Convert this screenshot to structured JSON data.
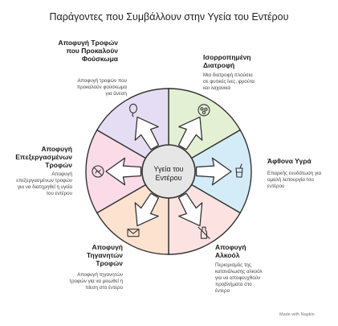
{
  "title": "Παράγοντες που Συμβάλλουν στην Υγεία του Εντέρου",
  "center_label": "Υγεία του Εντέρου",
  "segments": [
    {
      "label": "Ισορροπημένη Διατροφή",
      "description": "Μια διατροφή πλούσια σε φυτικές ίνες, φρούτα και λαχανικά",
      "color": "#E4F0D3",
      "icon": "food-plate-icon"
    },
    {
      "label": "Άφθονα Υγρά",
      "description": "Επαρκής ενυδάτωση για ομαλή λειτουργία του εντέρου",
      "color": "#D4ECF7",
      "icon": "water-glass-icon"
    },
    {
      "label": "Αποφυγή Αλκοόλ",
      "description": "Περιορισμός της κατανάλωσης αλκοόλ για να αποφευχθούν προβλήματα στο έντερο",
      "color": "#FCE3E1",
      "icon": "no-alcohol-icon"
    },
    {
      "label": "Αποφυγή Τηγανητών Τροφών",
      "description": "Αποφυγή τηγανητών τροφών για να μειωθεί η πίεση στο έντερο",
      "color": "#FCE2CF",
      "icon": "fryer-icon"
    },
    {
      "label": "Αποφυγή Επεξεργασμένων Τροφών",
      "description": "Αποφυγή επεξεργασμένων τροφών για να διατηρηθεί η υγεία του εντέρου",
      "color": "#FADBE7",
      "icon": "no-processed-food-icon"
    },
    {
      "label": "Αποφυγή Τροφών που Προκαλούν Φούσκωμα",
      "description": "Αποφυγή τροφών που προκαλούν φούσκωμα για άνεση",
      "color": "#E5DDF3",
      "icon": "balloon-icon"
    }
  ],
  "credit": "Made with Napkin"
}
